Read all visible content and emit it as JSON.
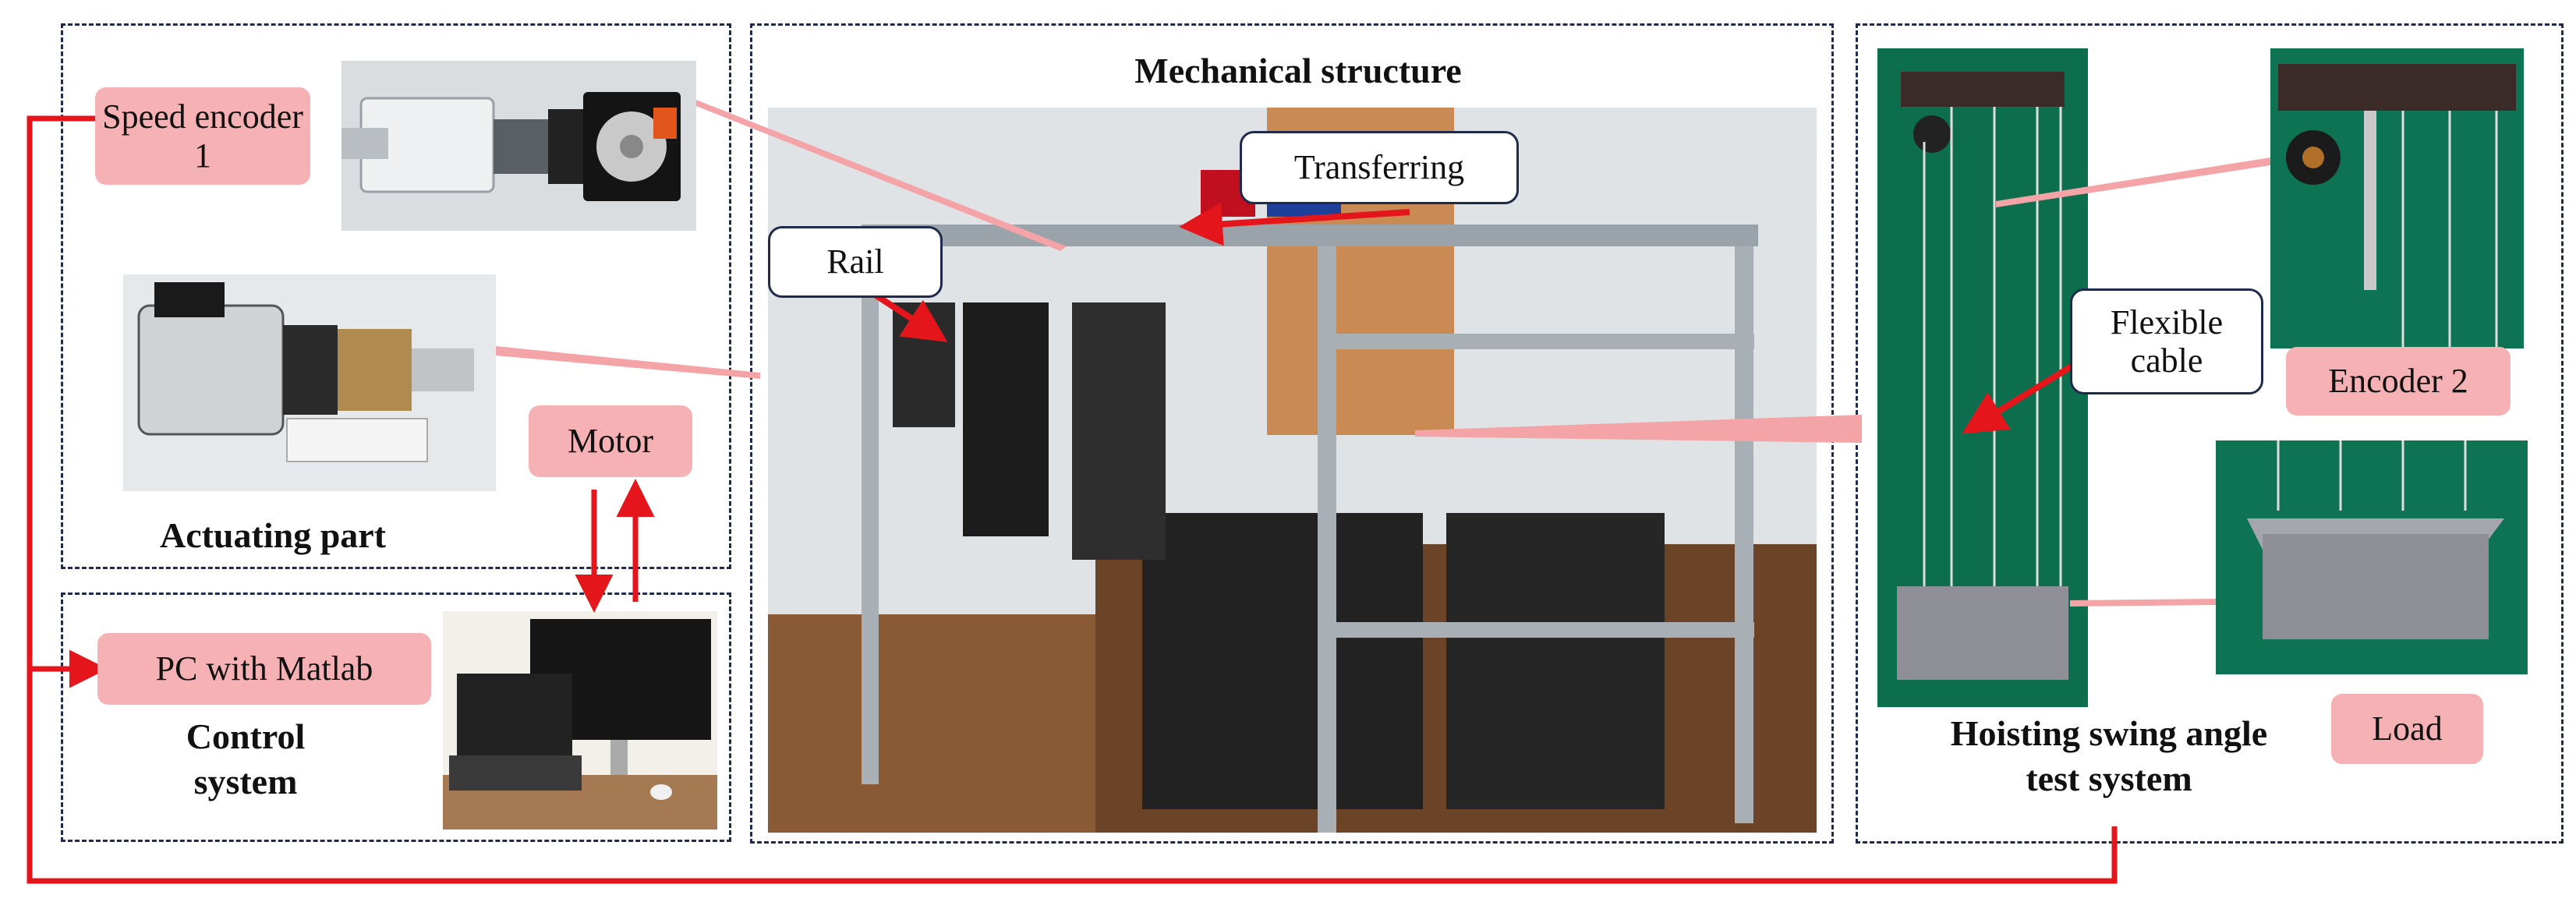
{
  "colors": {
    "accent_line": "#e4161c",
    "tag_fill": "#f5b1b4",
    "frame_dash": "#1e2b4a",
    "connector": "#f4a3a7"
  },
  "left_panel": {
    "title": "Actuating part",
    "speed_encoder_tag": "Speed encoder 1",
    "motor_tag": "Motor"
  },
  "control_panel": {
    "title": "Control system",
    "pc_tag": "PC with Matlab"
  },
  "center_panel": {
    "title": "Mechanical structure",
    "transferring_callout": "Transferring",
    "rail_callout": "Rail"
  },
  "right_panel": {
    "title": "Hoisting swing angle test system",
    "flexible_cable_callout": "Flexible cable",
    "encoder2_tag": "Encoder 2",
    "load_tag": "Load"
  },
  "icons": [
    "encoder-photo",
    "motor-photo",
    "pc-photo",
    "mechanical-photo",
    "hoist-photo",
    "encoder2-photo",
    "load-photo"
  ]
}
